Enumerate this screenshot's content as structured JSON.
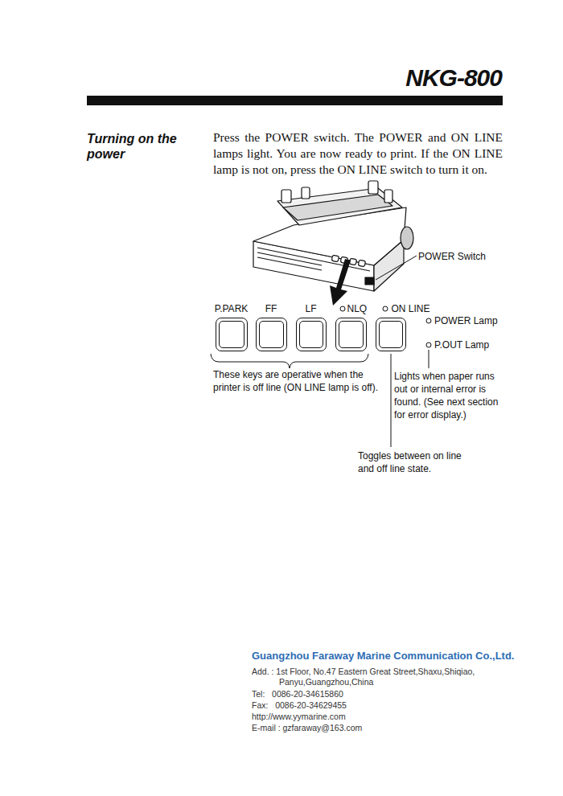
{
  "diagram": {
    "title": "NKG-800",
    "nodes": [
      {
        "text": [
          "P.PARK"
        ]
      },
      {
        "text": [
          "FF"
        ]
      },
      {
        "text": [
          "LF"
        ]
      },
      {
        "text": [
          "NLQ"
        ]
      },
      {
        "text": [
          "ON LINE"
        ]
      }
    ],
    "labels": [
      "Turning on the power",
      "Press the POWER switch. The POWER and ON LINE lamps light. You are now ready to print. If the ON LINE lamp is not on, press the ON LINE switch to turn it on.",
      "POWER Switch",
      "POWER Lamp",
      "P.OUT Lamp",
      "These keys are operative when the printer is off line (ON LINE lamp is off).",
      "Lights when paper runs out or internal error is found. (See next section for error display.)",
      "Toggles between on line and off line state.",
      "Guangzhou Faraway Marine Communication Co.,Ltd.",
      "Add. : 1st Floor, No.47 Eastern Great Street,Shaxu,Shiqiao, Panyu,Guangzhou,China",
      "Tel:   0086-20-34615860",
      "Fax:   0086-20-34629455",
      "http://www.yymarine.com",
      "E-mail : gzfaraway@163.com"
    ]
  }
}
